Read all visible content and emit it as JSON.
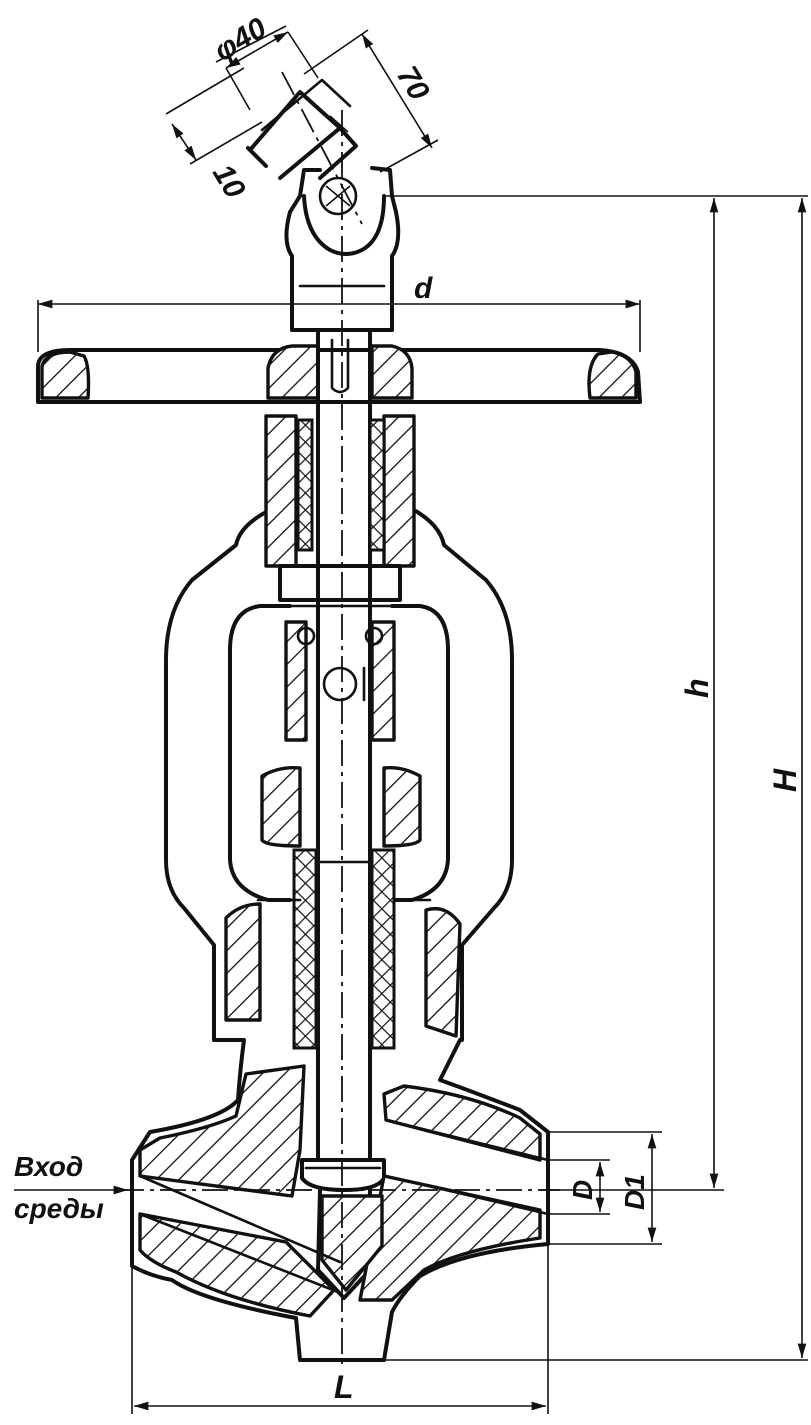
{
  "labels": {
    "dia40": "φ40",
    "dim70": "70",
    "dim10": "10",
    "d": "d",
    "h": "h",
    "H": "H",
    "D": "D",
    "D1": "D1",
    "L": "L",
    "inlet_line1": "Вход",
    "inlet_line2": "среды"
  }
}
